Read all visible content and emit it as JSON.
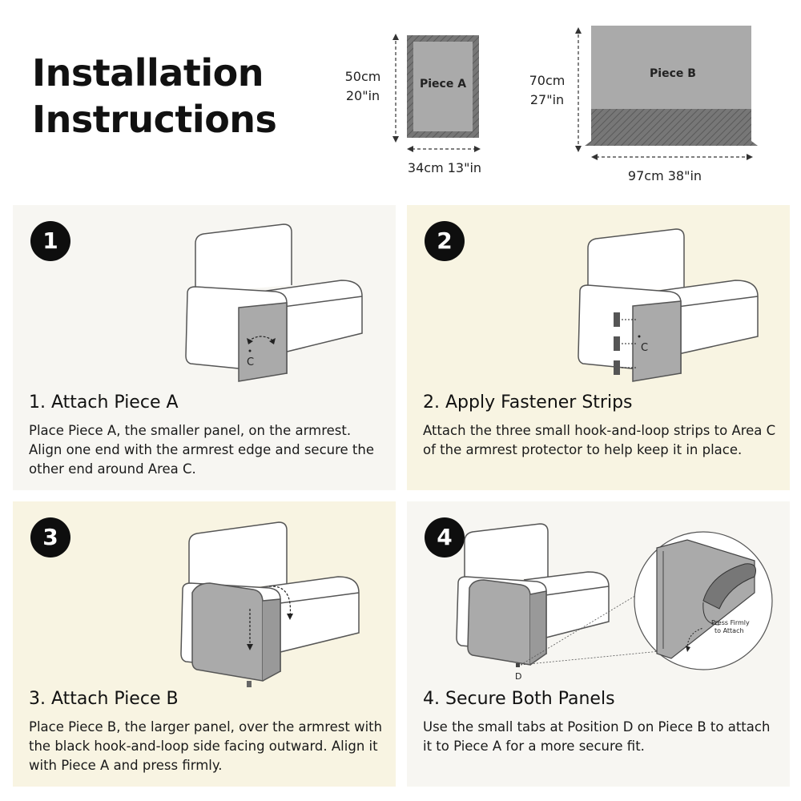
{
  "header": {
    "title_line1": "Installation",
    "title_line2": "Instructions"
  },
  "piece_a": {
    "label": "Piece A",
    "height_cm": "50cm",
    "height_in": "20\"in",
    "width": "34cm 13\"in"
  },
  "piece_b": {
    "label": "Piece B",
    "height_cm": "70cm",
    "height_in": "27\"in",
    "width": "97cm 38\"in"
  },
  "steps": [
    {
      "number": "1",
      "title": "1. Attach Piece A",
      "body": "Place Piece A, the smaller panel, on the armrest. Align one end with the armrest edge and secure the other end around Area C.",
      "callout": "C"
    },
    {
      "number": "2",
      "title": "2. Apply Fastener Strips",
      "body": "Attach the three small hook-and-loop strips to Area C of the armrest protector to help keep it in place.",
      "callout": "C"
    },
    {
      "number": "3",
      "title": "3. Attach Piece B",
      "body": "Place Piece B, the larger panel, over the armrest with the black hook-and-loop side facing outward. Align it with Piece A and press firmly."
    },
    {
      "number": "4",
      "title": "4. Secure Both Panels",
      "body": "Use the small tabs at Position D on Piece B to attach it to Piece A for a more secure fit.",
      "callout": "D",
      "note_line1": "Press Firmly",
      "note_line2": "to Attach"
    }
  ],
  "colors": {
    "panel_white": "#f7f6f2",
    "panel_cream": "#f8f4e2",
    "fabric_gray": "#a9a9a9",
    "badge": "#0e0e0e"
  }
}
